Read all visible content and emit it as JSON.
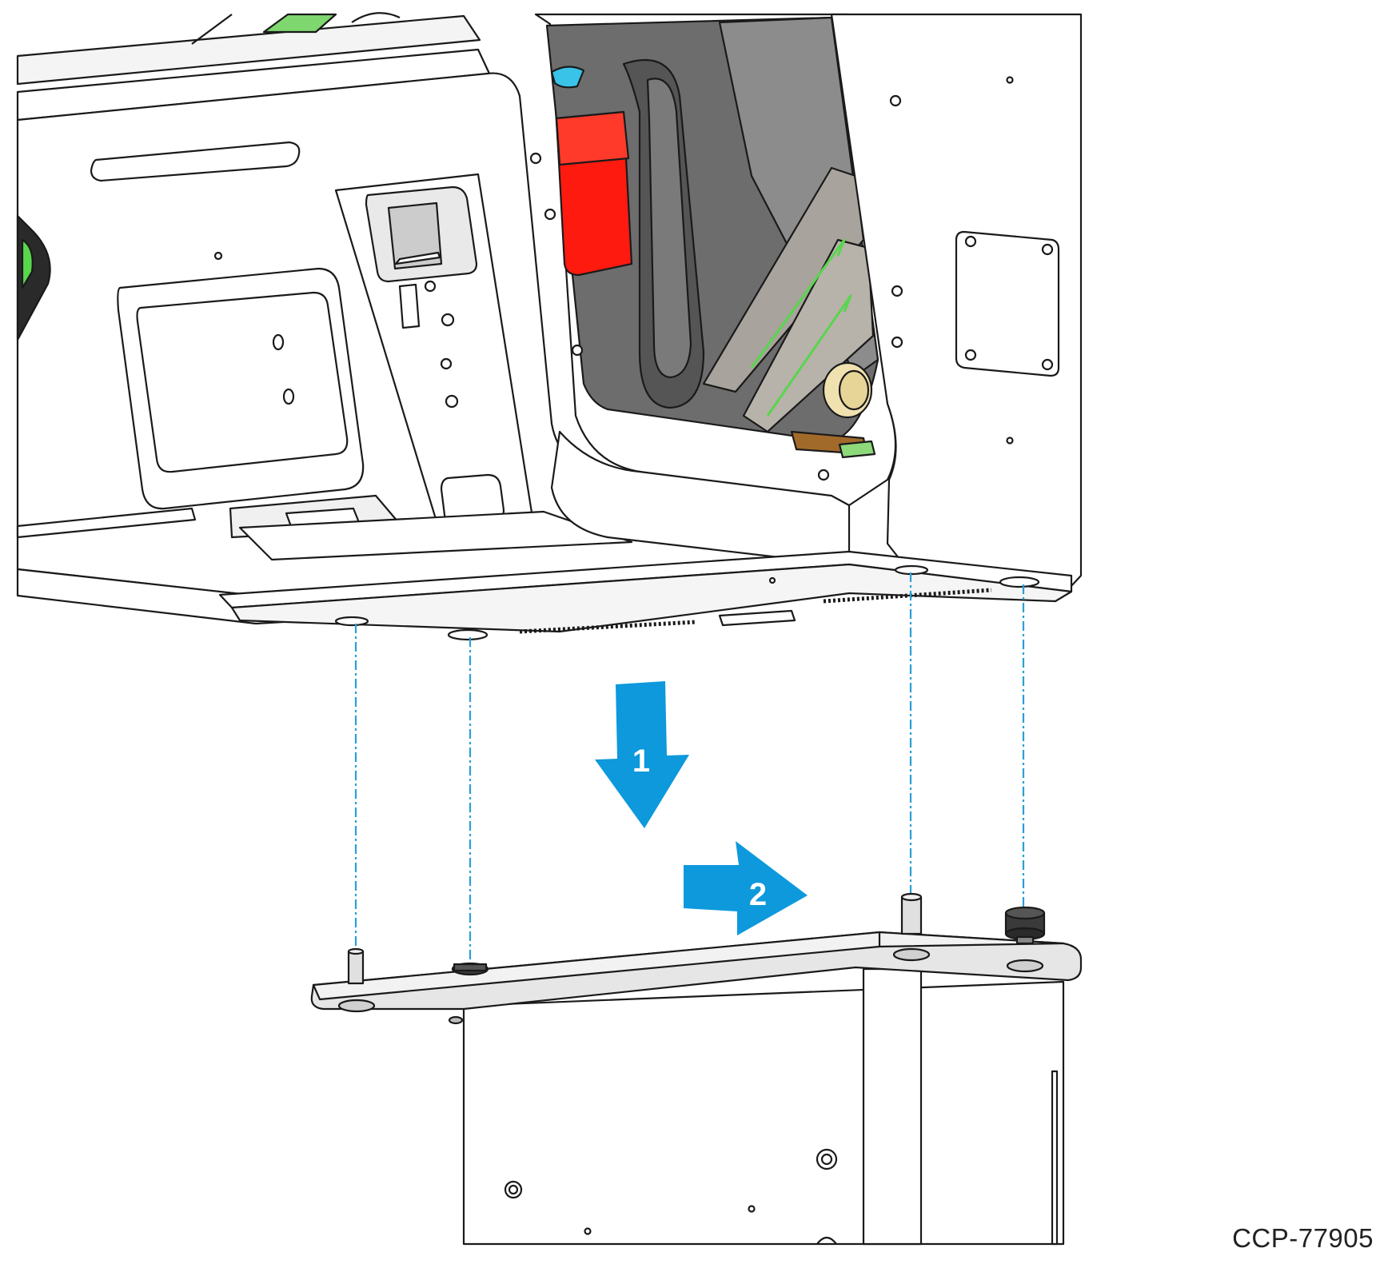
{
  "figure": {
    "reference_id": "CCP-77905",
    "steps": [
      {
        "number": "1",
        "direction": "down"
      },
      {
        "number": "2",
        "direction": "right"
      }
    ],
    "colors": {
      "outline": "#1a1a1a",
      "panel": "#ffffff",
      "shadow_gray": "#d9d9d9",
      "interior_dark": "#6d6d6d",
      "interior_mid": "#8c8c8c",
      "printer_red": "#ff1a0f",
      "accent_green": "#58d64c",
      "accent_tan": "#f0e2b0",
      "accent_cyan": "#39c3e8",
      "arrow_blue": "#0d99dc",
      "guide_line": "#2a9fd6"
    }
  }
}
